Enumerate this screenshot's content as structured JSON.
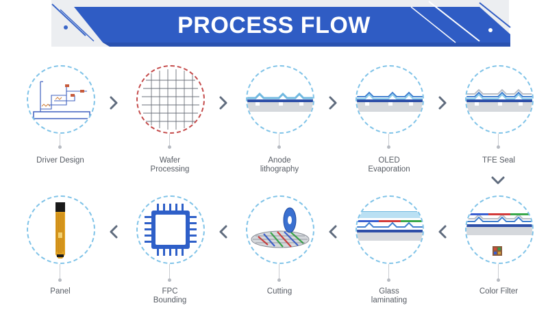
{
  "header": {
    "title": "PROCESS FLOW"
  },
  "steps": [
    {
      "line1": "Driver Design",
      "line2": ""
    },
    {
      "line1": "Wafer",
      "line2": "Processing"
    },
    {
      "line1": "Anode",
      "line2": "lithography"
    },
    {
      "line1": "OLED",
      "line2": "Evaporation"
    },
    {
      "line1": "TFE Seal",
      "line2": ""
    },
    {
      "line1": "Color Filter",
      "line2": ""
    },
    {
      "line1": "Glass",
      "line2": "laminating"
    },
    {
      "line1": "Cutting",
      "line2": ""
    },
    {
      "line1": "FPC",
      "line2": "Bounding"
    },
    {
      "line1": "Panel",
      "line2": ""
    }
  ],
  "colors": {
    "banner": "#2f5cc4",
    "circle_border": "#7fc3e8",
    "arrow": "#5f6b7d"
  }
}
